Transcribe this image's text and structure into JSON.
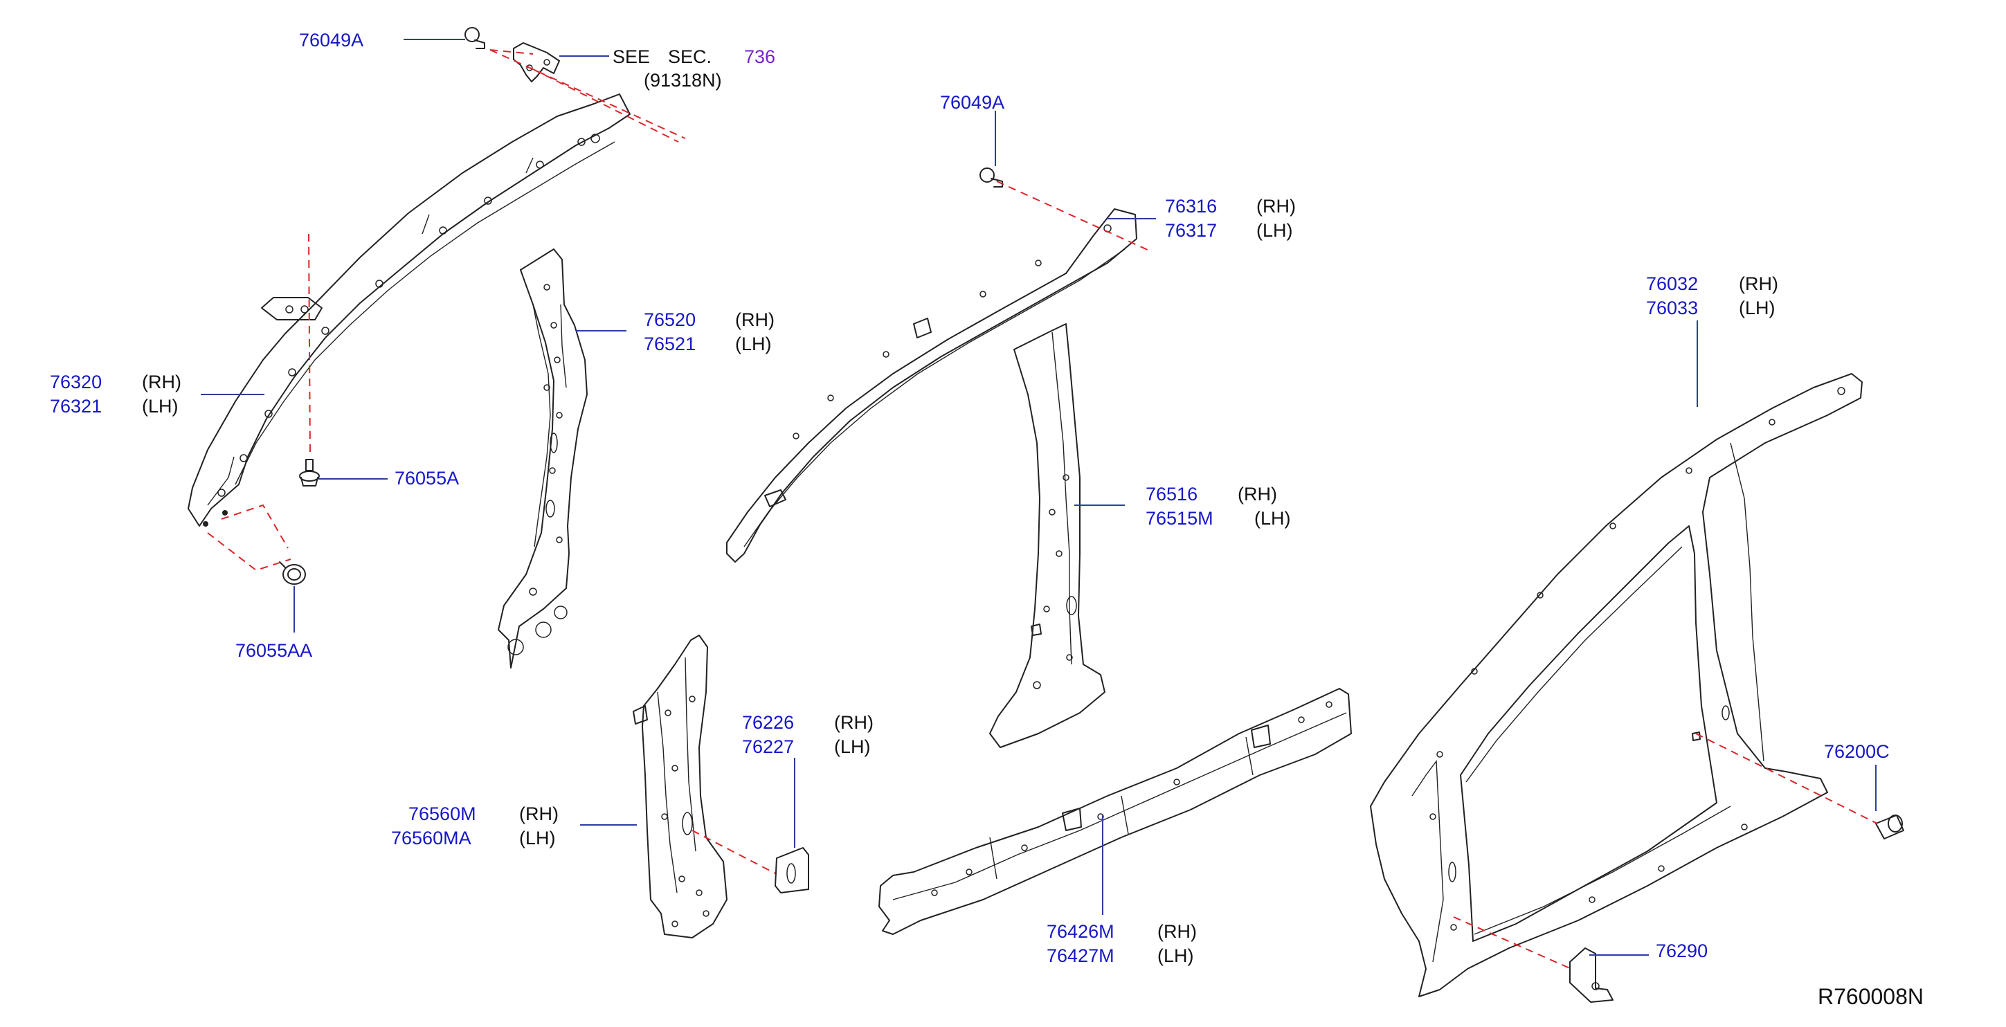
{
  "diagram_code": "R760008N",
  "see_section": {
    "prefix": "SEE",
    "sec": "SEC.",
    "number": "736",
    "ref": "(91318N)"
  },
  "colors": {
    "part_number": "#1616c8",
    "side_text": "#111111",
    "leader": "#2c3ea0",
    "hidden_line": "#e0232a",
    "section_link": "#7a1fd0"
  },
  "callouts": {
    "c76049a_top": {
      "number": "76049A"
    },
    "c76049a_mid": {
      "number": "76049A"
    },
    "c76316": {
      "rows": [
        {
          "number": "76316",
          "side": "(RH)"
        },
        {
          "number": "76317",
          "side": "(LH)"
        }
      ]
    },
    "c76520": {
      "rows": [
        {
          "number": "76520",
          "side": "(RH)"
        },
        {
          "number": "76521",
          "side": "(LH)"
        }
      ]
    },
    "c76320": {
      "rows": [
        {
          "number": "76320",
          "side": "(RH)"
        },
        {
          "number": "76321",
          "side": "(LH)"
        }
      ]
    },
    "c76055a": {
      "number": "76055A"
    },
    "c76055aa": {
      "number": "76055AA"
    },
    "c76032": {
      "rows": [
        {
          "number": "76032",
          "side": "(RH)"
        },
        {
          "number": "76033",
          "side": "(LH)"
        }
      ]
    },
    "c76516": {
      "rows": [
        {
          "number": "76516",
          "side": "(RH)"
        },
        {
          "number": "76515M",
          "side": "(LH)"
        }
      ]
    },
    "c76226": {
      "rows": [
        {
          "number": "76226",
          "side": "(RH)"
        },
        {
          "number": "76227",
          "side": "(LH)"
        }
      ]
    },
    "c76560m": {
      "rows": [
        {
          "number": "76560M",
          "side": "(RH)"
        },
        {
          "number": "76560MA",
          "side": "(LH)"
        }
      ]
    },
    "c76200c": {
      "number": "76200C"
    },
    "c76426m": {
      "rows": [
        {
          "number": "76426M",
          "side": "(RH)"
        },
        {
          "number": "76427M",
          "side": "(LH)"
        }
      ]
    },
    "c76290": {
      "number": "76290"
    }
  }
}
